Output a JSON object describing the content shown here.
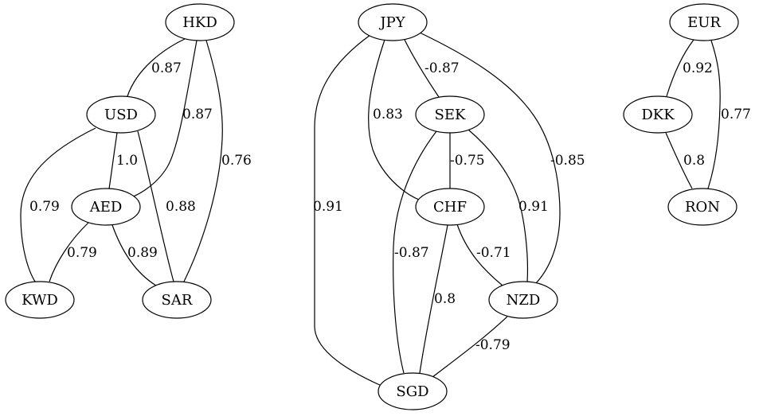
{
  "nodes": [
    {
      "id": "HKD",
      "label": "HKD"
    },
    {
      "id": "USD",
      "label": "USD"
    },
    {
      "id": "AED",
      "label": "AED"
    },
    {
      "id": "KWD",
      "label": "KWD"
    },
    {
      "id": "SAR",
      "label": "SAR"
    },
    {
      "id": "JPY",
      "label": "JPY"
    },
    {
      "id": "SEK",
      "label": "SEK"
    },
    {
      "id": "CHF",
      "label": "CHF"
    },
    {
      "id": "NZD",
      "label": "NZD"
    },
    {
      "id": "SGD",
      "label": "SGD"
    },
    {
      "id": "EUR",
      "label": "EUR"
    },
    {
      "id": "DKK",
      "label": "DKK"
    },
    {
      "id": "RON",
      "label": "RON"
    }
  ],
  "edges": [
    {
      "source": "HKD",
      "target": "USD",
      "label": "0.87"
    },
    {
      "source": "HKD",
      "target": "AED",
      "label": "0.87"
    },
    {
      "source": "HKD",
      "target": "SAR",
      "label": "0.76"
    },
    {
      "source": "USD",
      "target": "AED",
      "label": "1.0"
    },
    {
      "source": "USD",
      "target": "KWD",
      "label": "0.79"
    },
    {
      "source": "USD",
      "target": "SAR",
      "label": "0.88"
    },
    {
      "source": "AED",
      "target": "KWD",
      "label": "0.79"
    },
    {
      "source": "AED",
      "target": "SAR",
      "label": "0.89"
    },
    {
      "source": "JPY",
      "target": "SEK",
      "label": "-0.87"
    },
    {
      "source": "JPY",
      "target": "CHF",
      "label": "0.83"
    },
    {
      "source": "JPY",
      "target": "SGD",
      "label": "0.91"
    },
    {
      "source": "JPY",
      "target": "NZD",
      "label": "-0.85"
    },
    {
      "source": "SEK",
      "target": "CHF",
      "label": "-0.75"
    },
    {
      "source": "SEK",
      "target": "NZD",
      "label": "0.91"
    },
    {
      "source": "SEK",
      "target": "SGD",
      "label": "-0.87"
    },
    {
      "source": "CHF",
      "target": "NZD",
      "label": "-0.71"
    },
    {
      "source": "CHF",
      "target": "SGD",
      "label": "0.8"
    },
    {
      "source": "NZD",
      "target": "SGD",
      "label": "-0.79"
    },
    {
      "source": "EUR",
      "target": "DKK",
      "label": "0.92"
    },
    {
      "source": "EUR",
      "target": "RON",
      "label": "0.77"
    },
    {
      "source": "DKK",
      "target": "RON",
      "label": "0.8"
    }
  ]
}
